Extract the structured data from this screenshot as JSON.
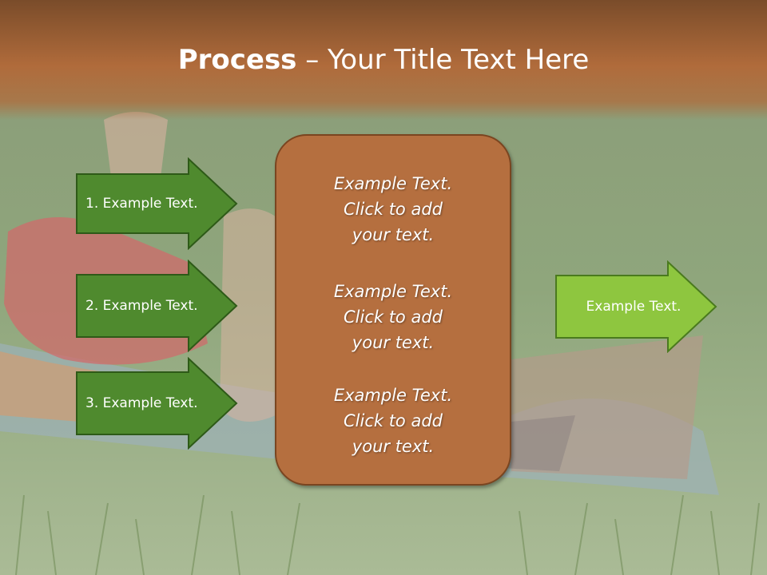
{
  "slide": {
    "title_bold": "Process",
    "title_rest": " – Your Title Text Here"
  },
  "left_arrows": [
    {
      "label": "1. Example Text."
    },
    {
      "label": "2. Example Text."
    },
    {
      "label": "3. Example Text."
    }
  ],
  "center_box": {
    "blocks": [
      {
        "line1": "Example Text.",
        "line2": "Click  to add",
        "line3": "your text."
      },
      {
        "line1": "Example Text.",
        "line2": "Click  to add",
        "line3": "your text."
      },
      {
        "line1": "Example Text.",
        "line2": "Click  to add",
        "line3": "your text."
      }
    ]
  },
  "right_arrow": {
    "label": "Example Text."
  },
  "colors": {
    "title_band": "#b06b3b",
    "left_arrow_fill": "#4f8a2e",
    "right_arrow_fill": "#8ec63f",
    "center_box_fill": "#b56f3f"
  }
}
